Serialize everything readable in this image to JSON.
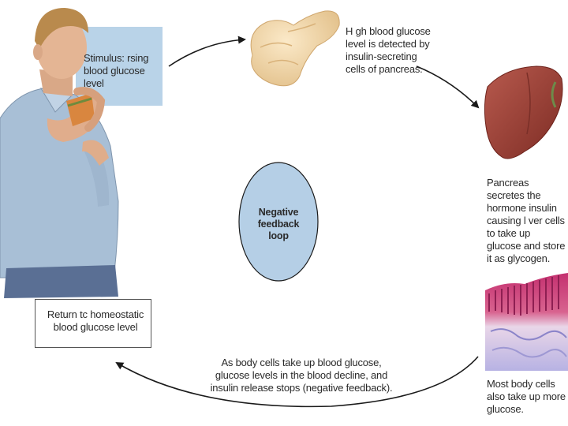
{
  "diagram": {
    "stimulus_label": "Stimulus: rsing blood glucose level",
    "detection_label": "H gh blood glucose level is detected by insulin-secreting cells of pancreas.",
    "secretion_label": "Pancreas secretes the hormone insulin causing l ver cells to take up glucose and store it as glycogen.",
    "body_cells_label": "Most body cells also take up more glucose.",
    "decline_label": "As body cells take up blood glucose, glucose levels in the blood decline, and insulin release stops (negative feedback).",
    "return_label": "Return tc homeostatic blood glucose level",
    "center_label": "Negative feedback loop",
    "icons": [
      "person-eating-illustration",
      "pancreas-illustration",
      "liver-illustration",
      "body-cells-tissue-illustration"
    ],
    "colors": {
      "stimulus_box": "#b9d3e8",
      "loop_fill": "#b5cfe6",
      "liver": "#a5433a",
      "pancreas": "#f0d6a8",
      "tissue_top": "#c03a78",
      "tissue_bottom": "#c8c3e8"
    }
  }
}
